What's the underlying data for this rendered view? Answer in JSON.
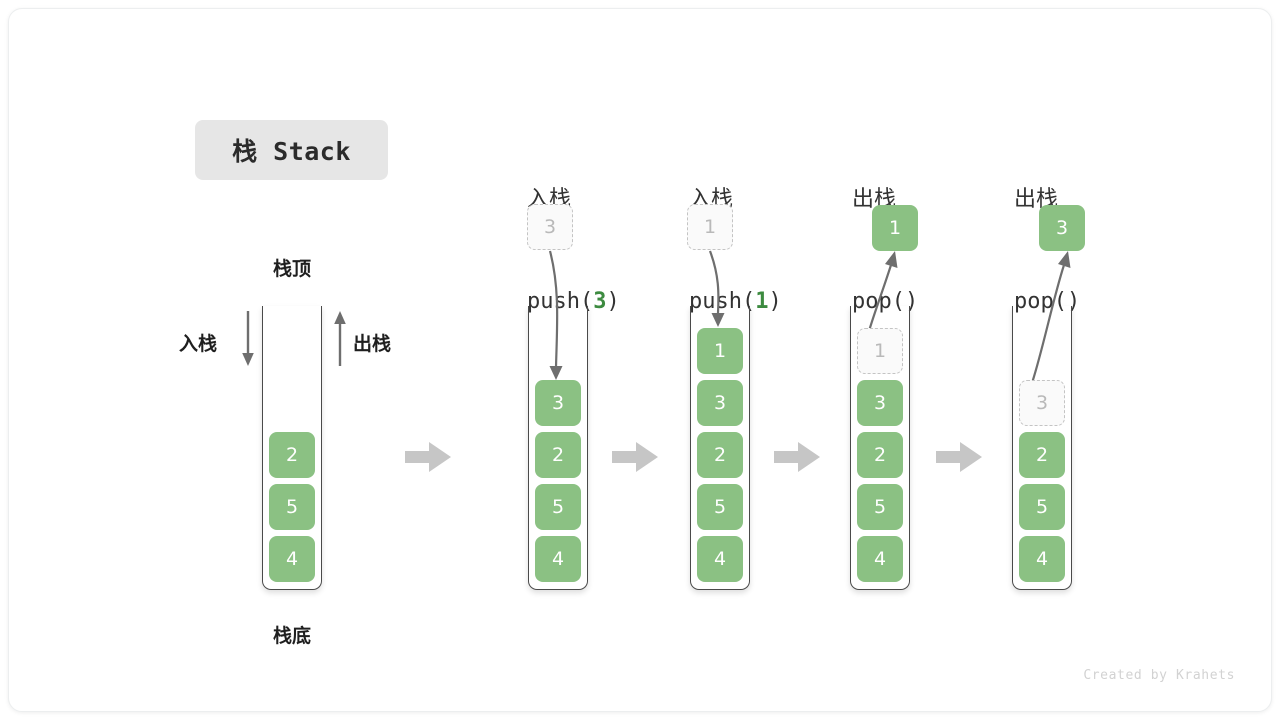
{
  "diagram": {
    "title": "栈 Stack",
    "credit": "Created by Krahets",
    "accent_green": "#8bc183",
    "accent_green_text": "#3d8b40",
    "arrow_gray": "#c4c4c4",
    "outline_gray": "#4a4a4a",
    "ghost_gray": "#b9b9b9",
    "labels": {
      "top": "栈顶",
      "bottom": "栈底",
      "push_side": "入栈",
      "pop_side": "出栈"
    },
    "steps": [
      {
        "id": "initial",
        "op_cn": "",
        "op_code": "",
        "op_code_arg": "",
        "cells": [
          {
            "value": "2",
            "state": "filled"
          },
          {
            "value": "5",
            "state": "filled"
          },
          {
            "value": "4",
            "state": "filled"
          }
        ],
        "incoming": null,
        "outgoing": null
      },
      {
        "id": "push-3",
        "op_cn": "入栈",
        "op_code_pre": "push(",
        "op_code_arg": "3",
        "op_code_post": ")",
        "cells": [
          {
            "value": "3",
            "state": "filled"
          },
          {
            "value": "2",
            "state": "filled"
          },
          {
            "value": "5",
            "state": "filled"
          },
          {
            "value": "4",
            "state": "filled"
          }
        ],
        "floating": {
          "value": "3",
          "state": "ghost"
        }
      },
      {
        "id": "push-1",
        "op_cn": "入栈",
        "op_code_pre": "push(",
        "op_code_arg": "1",
        "op_code_post": ")",
        "cells": [
          {
            "value": "1",
            "state": "filled"
          },
          {
            "value": "3",
            "state": "filled"
          },
          {
            "value": "2",
            "state": "filled"
          },
          {
            "value": "5",
            "state": "filled"
          },
          {
            "value": "4",
            "state": "filled"
          }
        ],
        "floating": {
          "value": "1",
          "state": "ghost"
        }
      },
      {
        "id": "pop-1",
        "op_cn": "出栈",
        "op_code_pre": "pop(",
        "op_code_arg": "",
        "op_code_post": ")",
        "cells": [
          {
            "value": "1",
            "state": "ghost"
          },
          {
            "value": "3",
            "state": "filled"
          },
          {
            "value": "2",
            "state": "filled"
          },
          {
            "value": "5",
            "state": "filled"
          },
          {
            "value": "4",
            "state": "filled"
          }
        ],
        "floating": {
          "value": "1",
          "state": "filled"
        }
      },
      {
        "id": "pop-3",
        "op_cn": "出栈",
        "op_code_pre": "pop(",
        "op_code_arg": "",
        "op_code_post": ")",
        "cells": [
          {
            "value": "3",
            "state": "ghost"
          },
          {
            "value": "2",
            "state": "filled"
          },
          {
            "value": "5",
            "state": "filled"
          },
          {
            "value": "4",
            "state": "filled"
          }
        ],
        "floating": {
          "value": "3",
          "state": "filled"
        }
      }
    ]
  }
}
